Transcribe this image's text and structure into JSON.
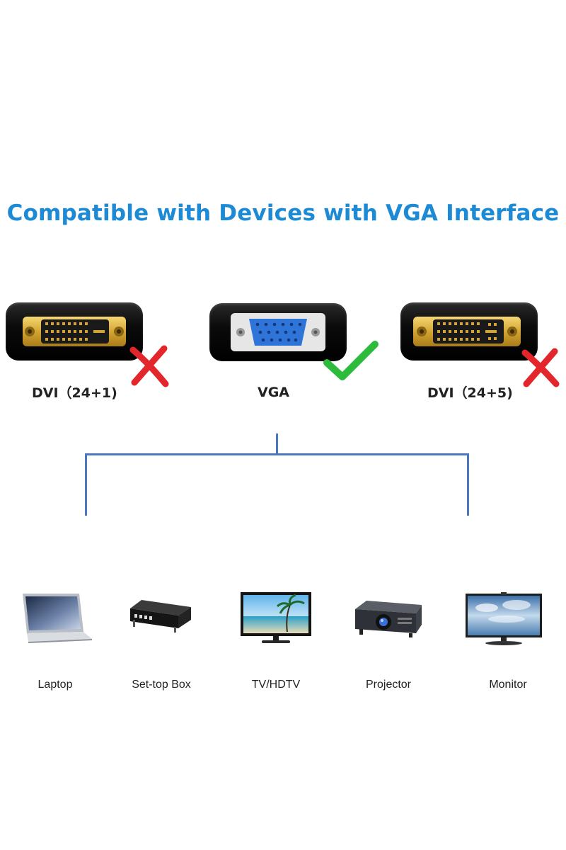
{
  "title": "Compatible with Devices with VGA Interface",
  "ports": [
    {
      "label": "DVI（24+1)",
      "compatible": false,
      "status_icon": "red-x-icon"
    },
    {
      "label": "VGA",
      "compatible": true,
      "status_icon": "green-check-icon"
    },
    {
      "label": "DVI（24+5)",
      "compatible": false,
      "status_icon": "red-x-icon"
    }
  ],
  "devices": [
    {
      "label": "Laptop",
      "icon": "laptop-icon"
    },
    {
      "label": "Set-top Box",
      "icon": "set-top-box-icon"
    },
    {
      "label": "TV/HDTV",
      "icon": "tv-icon"
    },
    {
      "label": "Projector",
      "icon": "projector-icon"
    },
    {
      "label": "Monitor",
      "icon": "monitor-icon"
    }
  ],
  "colors": {
    "title": "#1c8ad4",
    "connector_line": "#4a78c0",
    "incompatible": "#e3262b",
    "compatible": "#2dbb3c",
    "gold": "#d4a534",
    "vga_blue": "#2f74d8"
  }
}
